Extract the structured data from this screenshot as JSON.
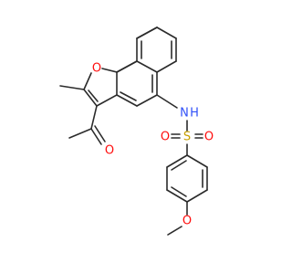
{
  "molecule": {
    "atoms": [
      {
        "id": "O1",
        "text": "O",
        "color": "#ff0d0d"
      },
      {
        "id": "O_acetyl",
        "text": "O",
        "color": "#ff0d0d"
      },
      {
        "id": "N",
        "text": "N",
        "color": "#3050f8"
      },
      {
        "id": "H",
        "text": "H",
        "color": "#3050f8"
      },
      {
        "id": "S",
        "text": "S",
        "color": "#c8a000"
      },
      {
        "id": "O_s1",
        "text": "O",
        "color": "#ff0d0d"
      },
      {
        "id": "O_s2",
        "text": "O",
        "color": "#ff0d0d"
      },
      {
        "id": "O_methoxy",
        "text": "O",
        "color": "#ff0d0d"
      }
    ],
    "bond_color": "#2b2b2b"
  }
}
